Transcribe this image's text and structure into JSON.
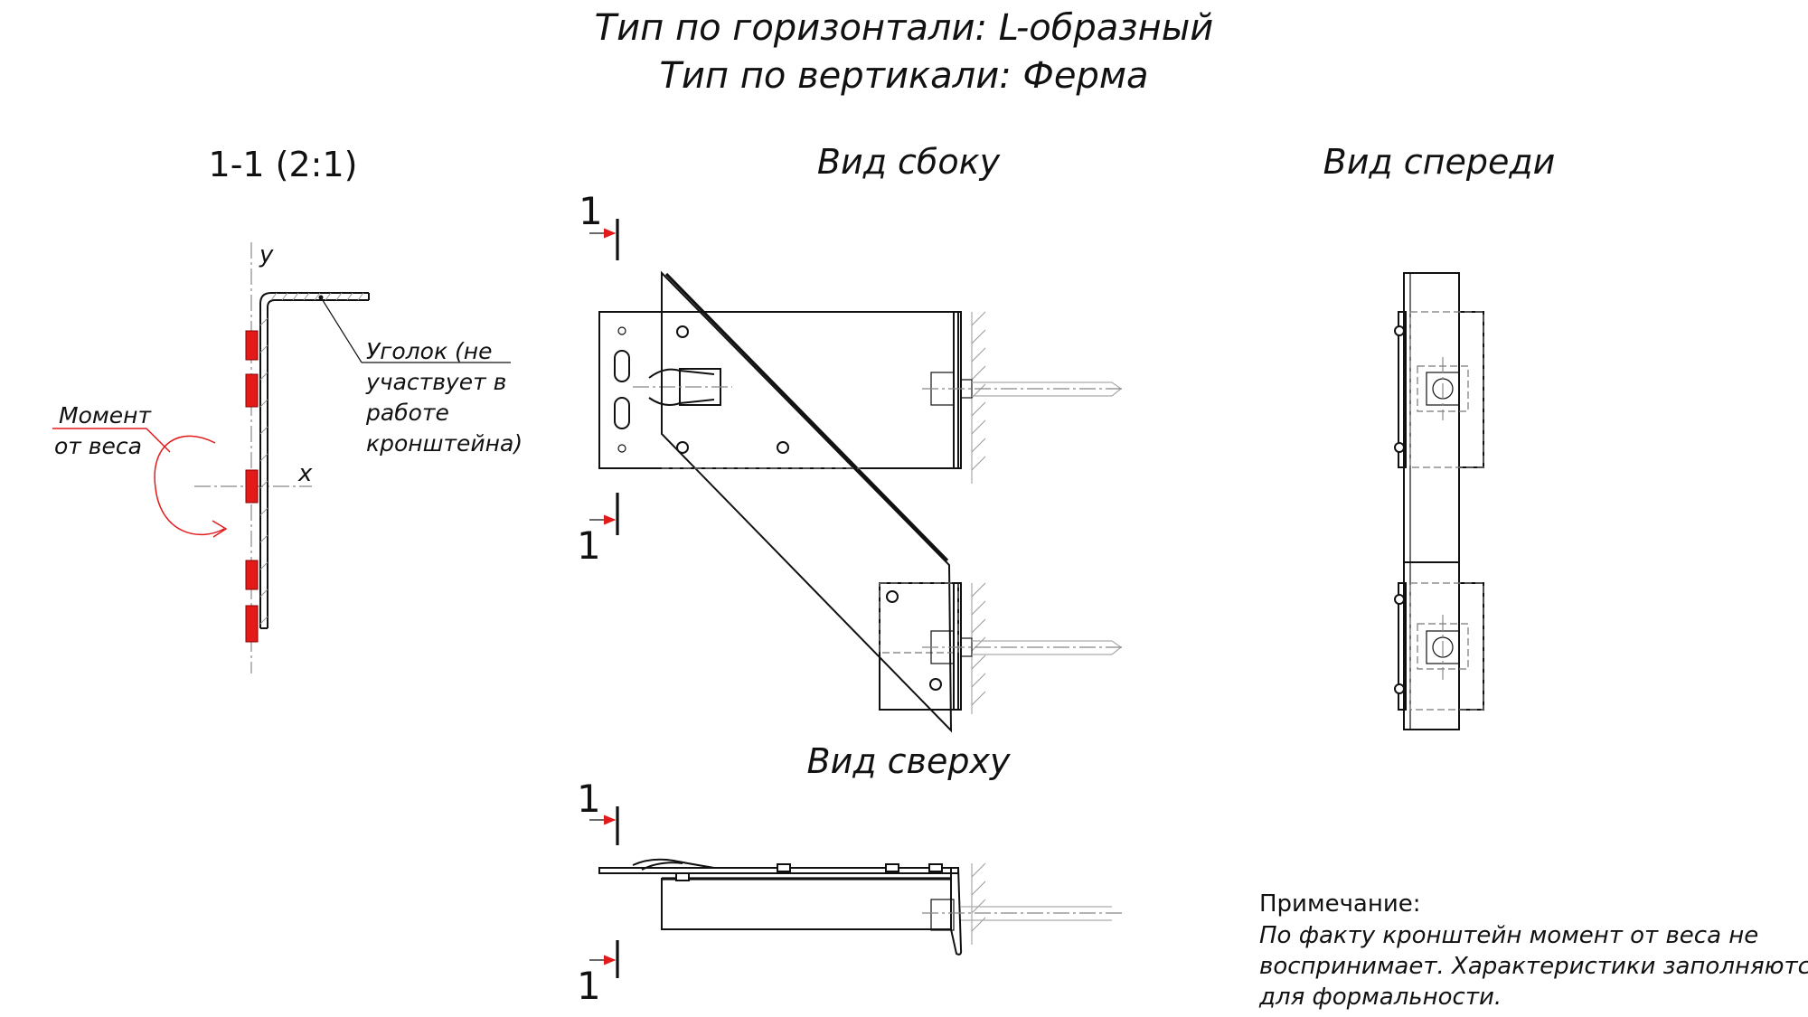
{
  "header": {
    "line1": "Тип по горизонтали: L-образный",
    "line2": "Тип по вертикали: Ферма"
  },
  "section": {
    "title": "1-1 (2:1)",
    "axis_y": "y",
    "axis_x": "x",
    "angle_label": [
      "Уголок (не",
      "участвует в",
      "работе",
      "кронштейна)"
    ],
    "moment_label": [
      "Момент",
      "от веса"
    ]
  },
  "side_view": {
    "title": "Вид сбоку"
  },
  "front_view": {
    "title": "Вид спереди"
  },
  "top_view": {
    "title": "Вид сверху"
  },
  "cut_marks": [
    "1",
    "1",
    "1",
    "1"
  ],
  "note": {
    "heading": "Примечание:",
    "lines": [
      "По факту кронштейн момент от веса не",
      "воспринимает. Характеристики заполняются",
      "для формальности."
    ]
  },
  "colors": {
    "line": "#111111",
    "accent_red": "#e21a1a",
    "hidden": "#777777"
  }
}
